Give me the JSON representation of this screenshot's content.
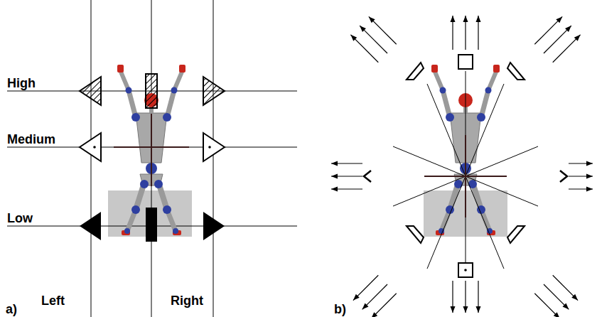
{
  "diagram": {
    "labels": [
      "High",
      "Medium",
      "Low",
      "Left",
      "Right",
      "a)",
      "b)"
    ]
  }
}
